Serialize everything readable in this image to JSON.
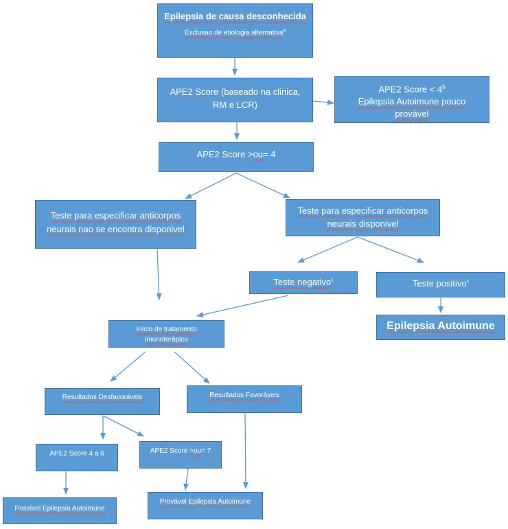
{
  "nodes": {
    "start": {
      "title": "Epilepsia de causa desconhecida",
      "subtitle": "Exclusao de etiologia alternativa",
      "subtitle_sup": "a"
    },
    "ape2_score": {
      "line1": "APE2 Score (baseado na clinica,",
      "line2": "RM e LCR)"
    },
    "ape2_low": {
      "line1": "APE2 Score < 4",
      "line1_sup": "b",
      "line2": "Epilepsia Autoimune pouco",
      "line3": "provável"
    },
    "ape2_high": {
      "text_a": "APE2 Score >",
      "text_b": "ou",
      "text_c": "= 4"
    },
    "test_unavailable": {
      "line1": "Teste para especificar anticorpos",
      "line2": "neurais nao se encontra disponivel"
    },
    "test_available": {
      "line1": "Teste para especificar anticorpos",
      "line2": "neurais disponivel"
    },
    "test_negative": {
      "label": "Teste negativo",
      "sup": "c"
    },
    "test_positive": {
      "label": "Teste positivo",
      "sup": "c"
    },
    "autoimmune": {
      "label": "Epilepsia Autoimune"
    },
    "treatment": {
      "line1": "Início de tratamento",
      "line2": "imunoterápico"
    },
    "unfavorable": {
      "label": "Resultados Desfavoráveis"
    },
    "favorable": {
      "label": "Resultados Favoráveis"
    },
    "score_4_6": {
      "label": "APE2 Score 4 a 6"
    },
    "score_7": {
      "text_a": "APE2 Score >",
      "text_b": "ou",
      "text_c": "= 7"
    },
    "possible": {
      "label": "Possível Epilepsia Autoimune"
    },
    "probable": {
      "label": "Provável Epilepsia Autoimune"
    }
  },
  "colors": {
    "box_fill": "#5b9bd5",
    "box_border": "#41719c",
    "arrow": "#5b9bd5",
    "text": "#ffffff"
  }
}
